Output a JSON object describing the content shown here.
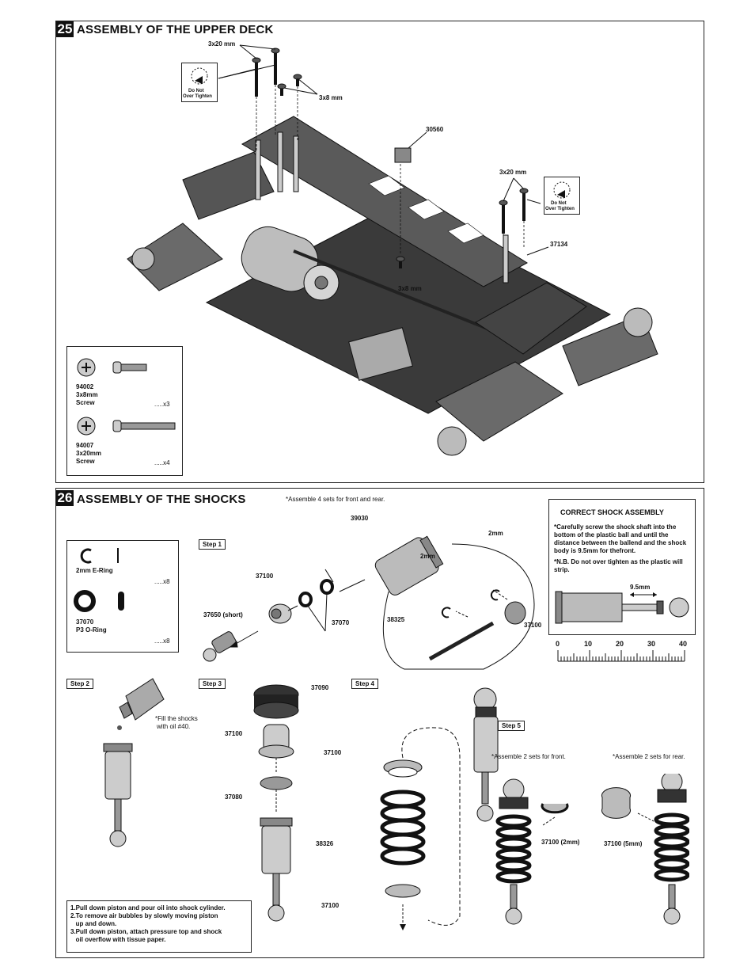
{
  "section25": {
    "number": "25",
    "title": "ASSEMBLY OF THE UPPER DECK",
    "labels": {
      "screw_3x20_top": "3x20 mm",
      "screw_3x8_top": "3x8 mm",
      "part_30560": "30560",
      "screw_3x20_right": "3x20 mm",
      "part_37134": "37134",
      "screw_3x8_mid": "3x8 mm",
      "do_not_1": "Do Not",
      "over_tighten_1": "Over Tighten",
      "do_not_2": "Do Not",
      "over_tighten_2": "Over Tighten"
    },
    "parts": [
      {
        "code": "94002",
        "size": "3x8mm",
        "name": "Screw",
        "qty": ".....x3"
      },
      {
        "code": "94007",
        "size": "3x20mm",
        "name": "Screw",
        "qty": ".....x4"
      }
    ]
  },
  "section26": {
    "number": "26",
    "title": "ASSEMBLY OF THE SHOCKS",
    "assemble_note": "*Assemble 4 sets for front and rear.",
    "parts": [
      {
        "name": "2mm E-Ring",
        "qty": ".....x8"
      },
      {
        "code": "37070",
        "name": "P3 O-Ring",
        "qty": ".....x8"
      }
    ],
    "step1": {
      "label": "Step 1",
      "p39030": "39030",
      "p37100a": "37100",
      "p2mm_a": "2mm",
      "p2mm_b": "2mm",
      "p37650": "37650 (short)",
      "p37070": "37070",
      "p38325": "38325",
      "p37100b": "37100"
    },
    "correct": {
      "title": "CORRECT SHOCK  ASSEMBLY",
      "note1": "*Carefully screw the shock shaft into the bottom of the plastic ball and until the distance between the ballend and the shock body is 9.5mm for thefront.",
      "note2": "*N.B. Do not over tighten as the plastic will strip.",
      "dim": "9.5mm",
      "ruler": [
        "0",
        "10",
        "20",
        "30",
        "40"
      ]
    },
    "step2": {
      "label": "Step 2",
      "fill_note_1": "*Fill the shocks",
      "fill_note_2": "with oil #40."
    },
    "step3": {
      "label": "Step 3",
      "p37090": "37090",
      "p37100": "37100",
      "p37080": "37080"
    },
    "step4": {
      "label": "Step 4",
      "p37100a": "37100",
      "p38326": "38326",
      "p37100b": "37100"
    },
    "step5": {
      "label": "Step 5",
      "front_note": "*Assemble 2 sets for front.",
      "rear_note": "*Assemble 2 sets for rear.",
      "p_front": "37100 (2mm)",
      "p_rear": "37100 (5mm)"
    },
    "instructions": [
      "1.Pull down piston and pour oil into shock cylinder.",
      "2.To remove air bubbles by slowly moving piston",
      "   up and down.",
      "3.Pull down piston, attach pressure top and shock",
      "   oil overflow with tissue paper."
    ]
  }
}
